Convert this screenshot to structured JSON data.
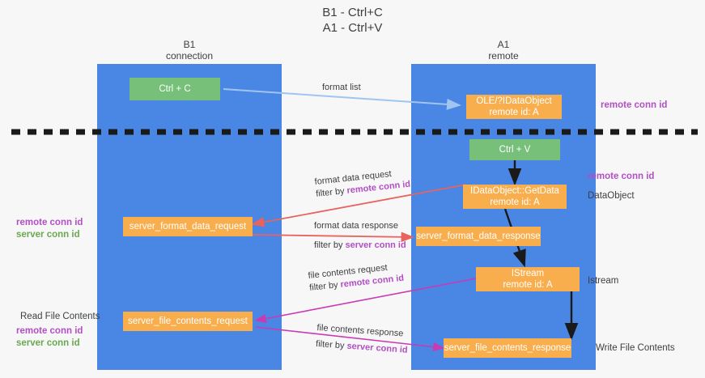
{
  "title": {
    "line1": "B1 - Ctrl+C",
    "line2": "A1 - Ctrl+V"
  },
  "lanes": [
    {
      "id": "b1",
      "name": "B1",
      "role": "connection"
    },
    {
      "id": "a1",
      "name": "A1",
      "role": "remote"
    }
  ],
  "colors": {
    "lane": "#4a86e3",
    "box_orange": "#f9ae4e",
    "box_green": "#76c07a",
    "remote_conn_id": "#b24fc4",
    "server_conn_id": "#6aa84f",
    "arrow_blue": "#9fc5f0",
    "arrow_red": "#e8635e",
    "arrow_magenta": "#c93ab5",
    "arrow_black": "#1a1a1a",
    "divider": "#1a1a1a"
  },
  "boxes": {
    "ctrl_c": {
      "label": "Ctrl + C"
    },
    "ctrl_v": {
      "label": "Ctrl + V"
    },
    "idataobject_remote": {
      "line1": "OLE/?IDataObject",
      "line2": "remote id: A"
    },
    "getdata": {
      "line1": "IDataObject::GetData",
      "line2": "remote id: A"
    },
    "istream": {
      "line1": "IStream",
      "line2": "remote id: A"
    },
    "server_format_data_request": {
      "label": "server_format_data_request"
    },
    "server_format_data_response": {
      "label": "server_format_data_response"
    },
    "server_file_contents_request": {
      "label": "server_file_contents_request"
    },
    "server_file_contents_response": {
      "label": "server_file_contents_response"
    }
  },
  "captions": {
    "format_list": "format list",
    "format_data_request": "format data request",
    "format_data_request_filter_prefix": "filter by ",
    "format_data_request_filter_key": "remote conn id",
    "format_data_response": "format data response",
    "format_data_response_filter_prefix": "filter by ",
    "format_data_response_filter_key": "server conn id",
    "file_contents_request": "file contents request",
    "file_contents_request_filter_prefix": "filter by ",
    "file_contents_request_filter_key": "remote conn id",
    "file_contents_response": "file contents response",
    "file_contents_response_filter_prefix": "filter by ",
    "file_contents_response_filter_key": "server conn id"
  },
  "right_labels": {
    "remote_conn_id_top": "remote conn id",
    "remote_conn_id_mid": "remote conn id",
    "dataobject": "DataObject",
    "istream": "Istream",
    "write_file_contents": "Write File Contents"
  },
  "left_labels": {
    "remote_conn_id_1": "remote conn id",
    "server_conn_id_1": "server conn id",
    "read_file_contents": "Read File Contents",
    "remote_conn_id_2": "remote conn id",
    "server_conn_id_2": "server conn id"
  }
}
